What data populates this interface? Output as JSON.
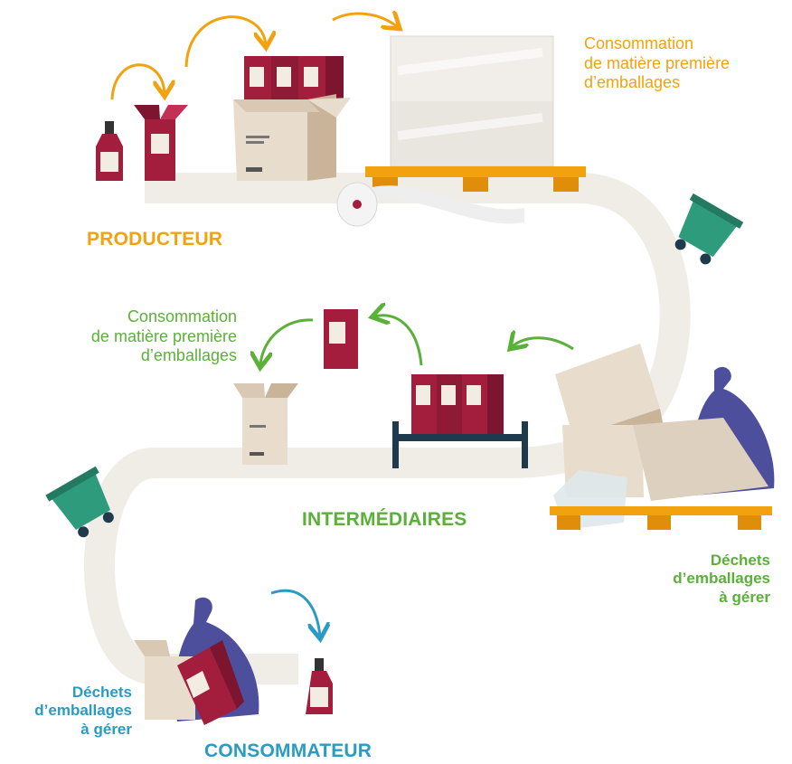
{
  "colors": {
    "producer": "#f2a20f",
    "intermediate": "#5bb03a",
    "consumer": "#2a9bc4",
    "path": "#f0ece6",
    "carton": "#e8dccd",
    "carton_dark": "#c9b49a",
    "product": "#a31d3c",
    "product_dark": "#7d1430",
    "pallet": "#f2a20f",
    "bag": "#4d4f9c",
    "dumpster": "#2e9c7c",
    "rack": "#1f3a4d"
  },
  "producer": {
    "stage_label": "PRODUCTEUR",
    "consumption_lines": [
      "Consommation",
      "de matière première",
      "d’emballages"
    ]
  },
  "intermediate": {
    "stage_label": "INTERMÉDIAIRES",
    "consumption_lines": [
      "Consommation",
      "de matière première",
      "d’emballages"
    ],
    "waste_lines": [
      "Déchets",
      "d’emballages",
      "à gérer"
    ]
  },
  "consumer": {
    "stage_label": "CONSOMMATEUR",
    "waste_lines": [
      "Déchets",
      "d’emballages",
      "à gérer"
    ]
  }
}
